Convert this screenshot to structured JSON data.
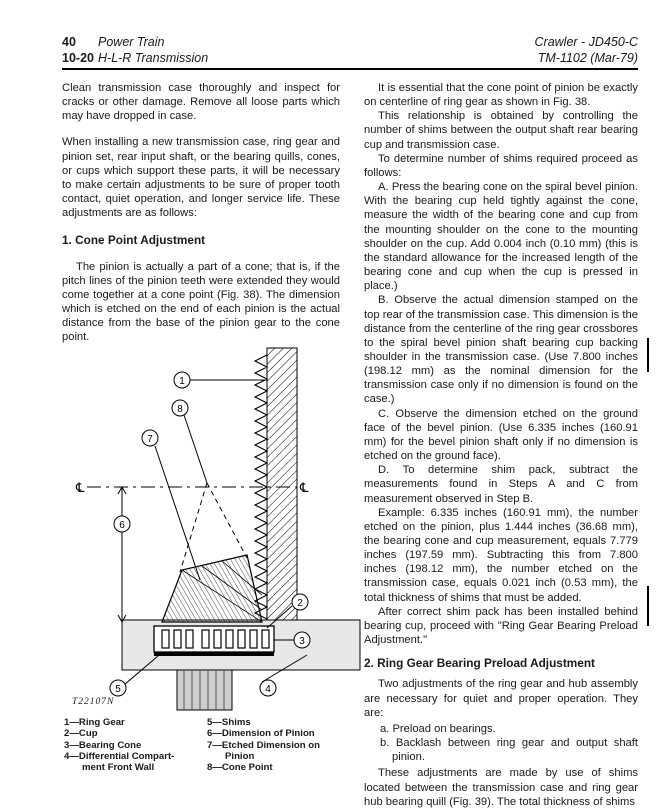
{
  "header": {
    "left": [
      {
        "num": "40",
        "title": "Power Train"
      },
      {
        "num": "10-20",
        "title": "H-L-R Transmission"
      }
    ],
    "right": [
      "Crawler - JD450-C",
      "TM-1102  (Mar-79)"
    ]
  },
  "left_column": {
    "p1": "Clean transmission case thoroughly and inspect for cracks or other damage. Remove all loose parts which may have dropped in case.",
    "p2": "When installing a new transmission case, ring gear and pinion set, rear input shaft, or the bearing quills, cones, or cups which support these parts, it will be necessary to make certain adjustments to be sure of proper tooth contact, quiet operation, and longer service life. These adjustments are as follows:",
    "heading1": "1.  Cone Point Adjustment",
    "p3": "The pinion is actually a part of a cone; that is, if the pitch lines of the pinion teeth were extended they would come together at a cone point (Fig. 38). The dimension which is etched on the end of each pinion is the actual distance from the base of the pinion gear to the cone point."
  },
  "right_column": {
    "p1": "It is essential that the cone point of pinion be exactly on centerline of ring gear as shown in Fig. 38.",
    "p2": "This relationship is obtained by controlling the number of shims between the output shaft rear bearing cup and transmission case.",
    "p3": "To determine number of shims required proceed as follows:",
    "pA": "A. Press the bearing cone on the spiral bevel pinion. With the bearing cup held tightly against the cone, measure the width of the bearing cone and cup from the mounting shoulder on the cone to the mounting shoulder on the cup. Add 0.004 inch (0.10 mm) (this is the standard allowance for the increased length of the bearing cone and cup when the cup is pressed in place.)",
    "pB": "B. Observe the actual dimension stamped on the top rear of the transmission case. This dimension is the distance from the centerline of the ring gear crossbores to the spiral bevel pinion shaft bearing cup backing shoulder in the transmission case. (Use 7.800 inches (198.12 mm) as the nominal dimension for the transmission case only if no dimension is found on the case.)",
    "pC": "C. Observe the dimension etched on the ground face of the bevel pinion. (Use 6.335 inches (160.91 mm) for the bevel pinion shaft only if no dimension is etched on the ground face).",
    "pD": "D. To determine shim pack, subtract the measurements found in Steps A and C from measurement observed in Step B.",
    "pEx": "Example: 6.335 inches (160.91 mm), the number etched on the pinion, plus 1.444 inches (36.68 mm), the bearing cone and cup measurement, equals 7.779 inches (197.59 mm). Subtracting this from 7.800 inches (198.12 mm), the number etched on the transmission case, equals 0.021 inch (0.53 mm), the total thickness of shims that must be added.",
    "pAfter": "After correct shim pack has been installed behind bearing cup, proceed with \"Ring Gear Bearing Preload Adjustment.\"",
    "heading2": "2.  Ring Gear Bearing Preload Adjustment",
    "p4": "Two adjustments of the ring gear and hub assembly are necessary for quiet and proper operation. They are:",
    "list": [
      "a.  Preload on bearings.",
      "b.  Backlash between ring gear and output shaft pinion."
    ],
    "p5": "These adjustments are made by use of shims located between the transmission case and ring gear hub bearing quill (Fig. 39). The total thickness of shims"
  },
  "figure": {
    "code": "T22107N",
    "callouts": [
      "1",
      "8",
      "7",
      "6",
      "2",
      "3",
      "4",
      "5"
    ],
    "centerline": "℄",
    "legend_left": [
      {
        "main": "1—Ring Gear"
      },
      {
        "main": "2—Cup"
      },
      {
        "main": "3—Bearing Cone"
      },
      {
        "main": "4—Differential Compart-",
        "sub": "ment Front Wall"
      }
    ],
    "legend_right": [
      {
        "main": "5—Shims"
      },
      {
        "main": "6—Dimension of Pinion"
      },
      {
        "main": "7—Etched Dimension on",
        "sub": "Pinion"
      },
      {
        "main": "8—Cone Point"
      }
    ]
  }
}
